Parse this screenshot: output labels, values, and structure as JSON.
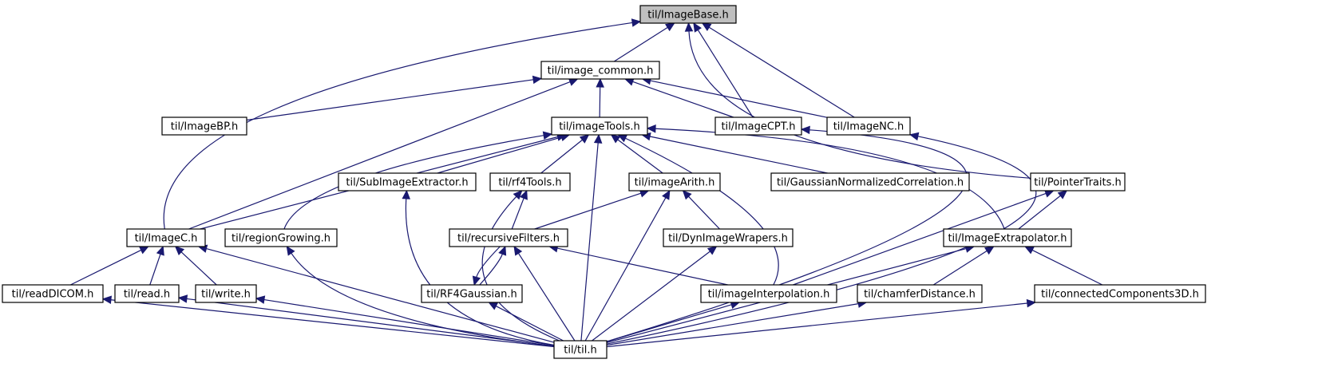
{
  "diagram": {
    "colors": {
      "node_fill": "#ffffff",
      "root_fill": "#bfbfbf",
      "node_border": "#000000",
      "edge": "#191970"
    },
    "nodes": [
      {
        "id": "imagebase",
        "label": "til/ImageBase.h",
        "root": true
      },
      {
        "id": "image_common",
        "label": "til/image_common.h"
      },
      {
        "id": "imagebp",
        "label": "til/ImageBP.h"
      },
      {
        "id": "imagetools",
        "label": "til/imageTools.h"
      },
      {
        "id": "imagecpt",
        "label": "til/ImageCPT.h"
      },
      {
        "id": "imagenc",
        "label": "til/ImageNC.h"
      },
      {
        "id": "subimageextractor",
        "label": "til/SubImageExtractor.h"
      },
      {
        "id": "rf4tools",
        "label": "til/rf4Tools.h"
      },
      {
        "id": "imagearith",
        "label": "til/imageArith.h"
      },
      {
        "id": "gaussiannormalizedcorrelation",
        "label": "til/GaussianNormalizedCorrelation.h"
      },
      {
        "id": "pointertraits",
        "label": "til/PointerTraits.h"
      },
      {
        "id": "imagec",
        "label": "til/ImageC.h"
      },
      {
        "id": "regiongrowing",
        "label": "til/regionGrowing.h"
      },
      {
        "id": "recursivefilters",
        "label": "til/recursiveFilters.h"
      },
      {
        "id": "dynimagewrapers",
        "label": "til/DynImageWrapers.h"
      },
      {
        "id": "imageextrapolator",
        "label": "til/ImageExtrapolator.h"
      },
      {
        "id": "readdicom",
        "label": "til/readDICOM.h"
      },
      {
        "id": "read",
        "label": "til/read.h"
      },
      {
        "id": "write",
        "label": "til/write.h"
      },
      {
        "id": "rf4gaussian",
        "label": "til/RF4Gaussian.h"
      },
      {
        "id": "imageinterpolation",
        "label": "til/imageInterpolation.h"
      },
      {
        "id": "chamferdistance",
        "label": "til/chamferDistance.h"
      },
      {
        "id": "connectedcomponents3d",
        "label": "til/connectedComponents3D.h"
      },
      {
        "id": "til",
        "label": "til/til.h"
      }
    ],
    "edges": [
      [
        "imagebase",
        "image_common"
      ],
      [
        "imagebase",
        "imagecpt"
      ],
      [
        "imagebase",
        "imagenc"
      ],
      [
        "imagebase",
        "imagec"
      ],
      [
        "imagebase",
        "pointertraits"
      ],
      [
        "image_common",
        "imagebp"
      ],
      [
        "image_common",
        "imagetools"
      ],
      [
        "image_common",
        "imagecpt"
      ],
      [
        "image_common",
        "imagenc"
      ],
      [
        "image_common",
        "imagec"
      ],
      [
        "imagetools",
        "subimageextractor"
      ],
      [
        "imagetools",
        "rf4tools"
      ],
      [
        "imagetools",
        "imagearith"
      ],
      [
        "imagetools",
        "gaussiannormalizedcorrelation"
      ],
      [
        "imagetools",
        "imagec"
      ],
      [
        "imagetools",
        "regiongrowing"
      ],
      [
        "imagetools",
        "imageextrapolator"
      ],
      [
        "imagetools",
        "imageinterpolation"
      ],
      [
        "imagetools",
        "til"
      ],
      [
        "imagecpt",
        "til"
      ],
      [
        "imagenc",
        "til"
      ],
      [
        "subimageextractor",
        "til"
      ],
      [
        "rf4tools",
        "recursivefilters"
      ],
      [
        "rf4tools",
        "til"
      ],
      [
        "imagearith",
        "recursivefilters"
      ],
      [
        "imagearith",
        "dynimagewrapers"
      ],
      [
        "imagearith",
        "til"
      ],
      [
        "pointertraits",
        "imageextrapolator"
      ],
      [
        "pointertraits",
        "imageinterpolation"
      ],
      [
        "imagec",
        "readdicom"
      ],
      [
        "imagec",
        "read"
      ],
      [
        "imagec",
        "write"
      ],
      [
        "imagec",
        "til"
      ],
      [
        "regiongrowing",
        "til"
      ],
      [
        "recursivefilters",
        "rf4gaussian"
      ],
      [
        "rf4gaussian",
        "recursivefilters"
      ],
      [
        "recursivefilters",
        "imageinterpolation"
      ],
      [
        "recursivefilters",
        "til"
      ],
      [
        "dynimagewrapers",
        "til"
      ],
      [
        "imageextrapolator",
        "chamferdistance"
      ],
      [
        "imageextrapolator",
        "connectedcomponents3d"
      ],
      [
        "imageextrapolator",
        "til"
      ],
      [
        "readdicom",
        "til"
      ],
      [
        "read",
        "til"
      ],
      [
        "write",
        "til"
      ],
      [
        "rf4gaussian",
        "til"
      ],
      [
        "imageinterpolation",
        "til"
      ],
      [
        "chamferdistance",
        "til"
      ],
      [
        "connectedcomponents3d",
        "til"
      ]
    ]
  }
}
